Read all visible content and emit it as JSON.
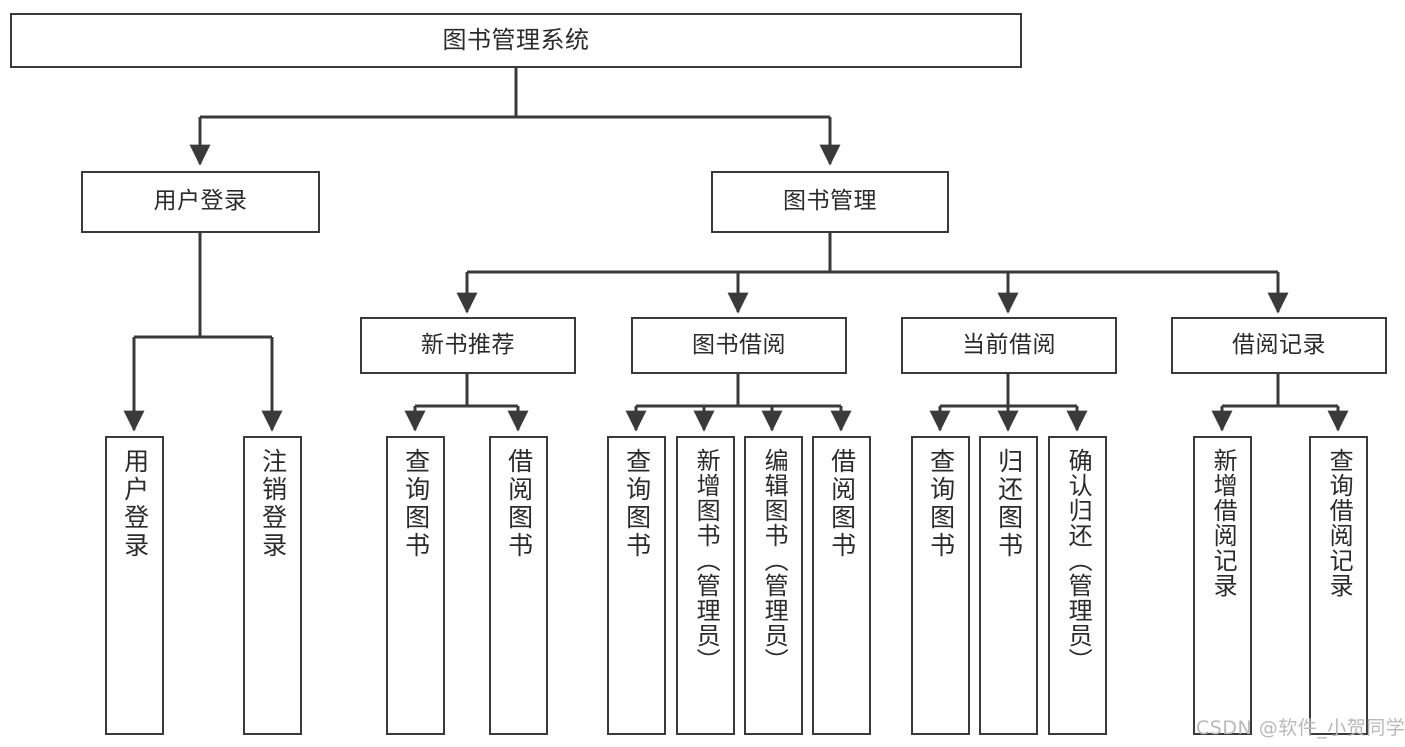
{
  "diagram": {
    "title": "图书管理系统",
    "type": "functional-structure-tree",
    "watermark": "CSDN @软件_小贺同学",
    "style": {
      "box_border": "#3a3a3a",
      "box_fill": "#ffffff",
      "edge_color": "#3a3a3a",
      "text_color": "#2b2b2b",
      "background": "#ffffff",
      "watermark_color": "#b9b9b9"
    },
    "levels": {
      "root": {
        "label": "图书管理系统"
      },
      "branches": [
        {
          "id": "user-login",
          "label": "用户登录"
        },
        {
          "id": "book-manage",
          "label": "图书管理"
        }
      ],
      "sub_branches": [
        {
          "id": "new-book-rec",
          "label": "新书推荐"
        },
        {
          "id": "book-borrow",
          "label": "图书借阅"
        },
        {
          "id": "current-borrow",
          "label": "当前借阅"
        },
        {
          "id": "borrow-record",
          "label": "借阅记录"
        }
      ],
      "leaves": [
        {
          "id": "leaf-user-login",
          "label": "用户登录",
          "parent": "user-login"
        },
        {
          "id": "leaf-logout",
          "label": "注销登录",
          "parent": "user-login"
        },
        {
          "id": "leaf-query-book-1",
          "label": "查询图书",
          "parent": "new-book-rec"
        },
        {
          "id": "leaf-borrow-book-1",
          "label": "借阅图书",
          "parent": "new-book-rec"
        },
        {
          "id": "leaf-query-book-2",
          "label": "查询图书",
          "parent": "book-borrow"
        },
        {
          "id": "leaf-add-book",
          "label": "新增图书（管理员）",
          "parent": "book-borrow"
        },
        {
          "id": "leaf-edit-book",
          "label": "编辑图书（管理员）",
          "parent": "book-borrow"
        },
        {
          "id": "leaf-borrow-book-2",
          "label": "借阅图书",
          "parent": "book-borrow"
        },
        {
          "id": "leaf-query-book-3",
          "label": "查询图书",
          "parent": "current-borrow"
        },
        {
          "id": "leaf-return-book",
          "label": "归还图书",
          "parent": "current-borrow"
        },
        {
          "id": "leaf-confirm-return",
          "label": "确认归还（管理员）",
          "parent": "current-borrow"
        },
        {
          "id": "leaf-add-record",
          "label": "新增借阅记录",
          "parent": "borrow-record"
        },
        {
          "id": "leaf-query-record",
          "label": "查询借阅记录",
          "parent": "borrow-record"
        }
      ]
    }
  }
}
